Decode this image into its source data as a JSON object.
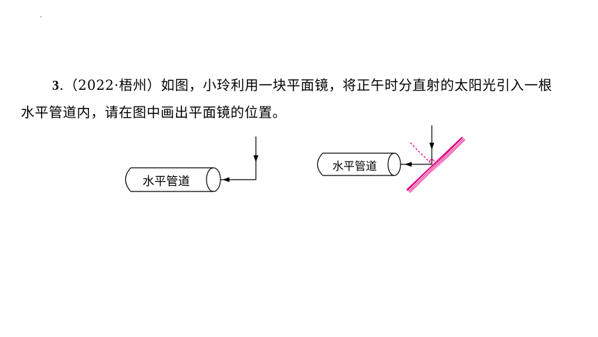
{
  "question": {
    "number": "3",
    "line1_rest": ".（2022·梧州）如图，小玲利用一块平面镜，将正午时分直射的太阳光引入一根",
    "line2": "水平管道内，请在图中画出平面镜的位置。"
  },
  "figures": {
    "left_pipe_label": "水平管道",
    "right_pipe_label": "水平管道",
    "mirror_color": "#e6007e",
    "line_color": "#000000"
  }
}
